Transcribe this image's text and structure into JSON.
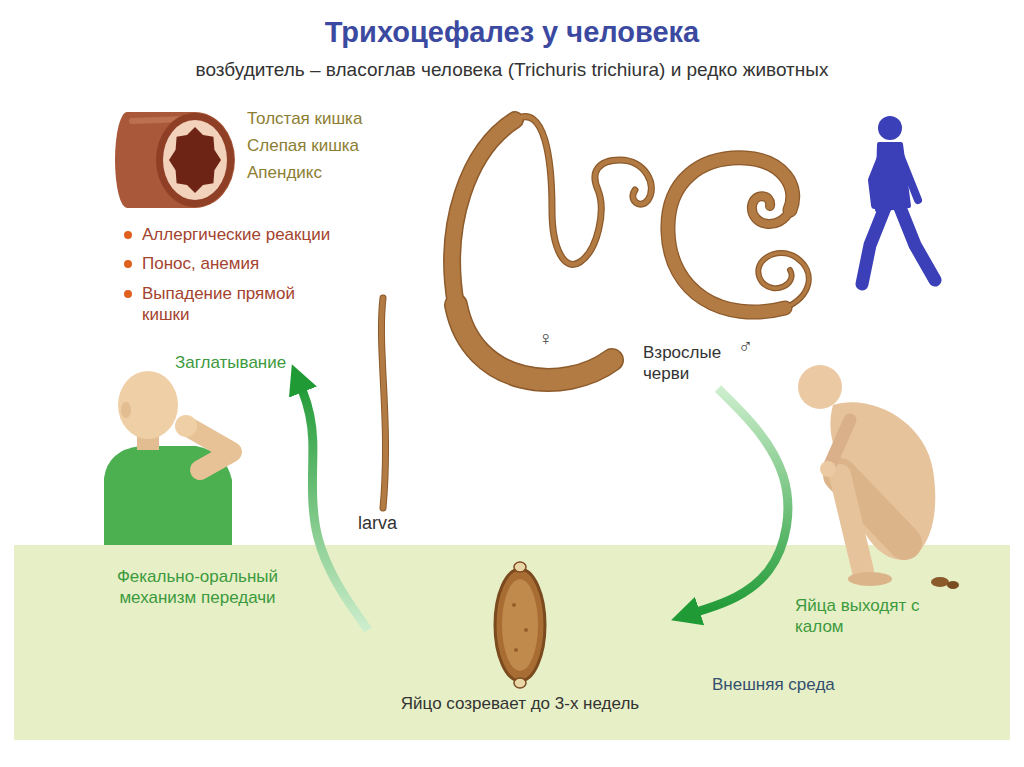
{
  "diagram": {
    "title": "Трихоцефалез у человека",
    "nodes": [
      {
        "text": [
          "Заглатывание"
        ]
      },
      {
        "text": [
          "Взрослые черви"
        ]
      },
      {
        "text": [
          "Внешняя среда"
        ]
      },
      {
        "text": [
          "Яйцо созревает до 3-х недель"
        ],
        "in": 2
      }
    ],
    "edges": [
      {
        "from": 1,
        "to": 3,
        "arrow": "to",
        "label": "Яйца выходят с калом"
      },
      {
        "from": 3,
        "to": 0,
        "arrow": "to",
        "label": "Фекально-оральный механизм передачи"
      }
    ],
    "labels": [
      "возбудитель – власоглав человека (Trichuris trichiura) и редко животных",
      "Толстая кишка",
      "Слепая кишка",
      "Апендикс",
      "Аллергические реакции",
      "Понос, анемия",
      "Выпадение прямой кишки",
      "larva",
      "♀",
      "♂"
    ]
  }
}
